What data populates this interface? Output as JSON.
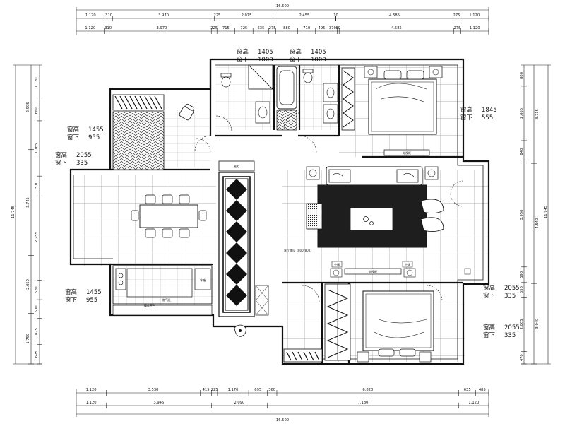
{
  "plan": {
    "total_width": "16.500",
    "top_dims_row1": [
      "1.120",
      "310",
      "3.970",
      "225",
      "2.075",
      "2.455",
      "10",
      "4.585",
      "275",
      "1.120"
    ],
    "top_dims_row2": [
      "1.120",
      "310",
      "3.970",
      "225",
      "715",
      "725",
      "635",
      "275",
      "880",
      "710",
      "495",
      "370",
      "80",
      "4.585",
      "275",
      "1.120"
    ],
    "bottom_dims_row1": [
      "1.120",
      "3.530",
      "415",
      "225",
      "1.170",
      "695",
      "360",
      "6.820",
      "635",
      "485"
    ],
    "bottom_dims_row2": [
      "1.120",
      "3.945",
      "2.090",
      "7.180",
      "1.120"
    ],
    "left_dims_outer": [
      "11.745"
    ],
    "left_dims_mid": [
      "2.995",
      "3.745",
      "2.050",
      "1.790"
    ],
    "left_dims_inner": [
      "1.120",
      "660",
      "1.765",
      "570",
      "2.755",
      "620",
      "600",
      "825",
      "625"
    ],
    "right_dims_outer": [
      "11.745"
    ],
    "right_dims_mid": [
      "3.715",
      "4.540",
      "3.040"
    ],
    "right_dims_inner": [
      "800",
      "2.065",
      "840",
      "3.950",
      "590",
      "550",
      "2.065",
      "470"
    ],
    "window_notes": [
      {
        "h_label": "窗高",
        "h": "1405",
        "s_label": "窗下",
        "s": "1000"
      },
      {
        "h_label": "窗高",
        "h": "1405",
        "s_label": "窗下",
        "s": "1000"
      },
      {
        "h_label": "窗高",
        "h": "1455",
        "s_label": "窗下",
        "s": "955"
      },
      {
        "h_label": "窗高",
        "h": "2055",
        "s_label": "窗下",
        "s": "335"
      },
      {
        "h_label": "窗高",
        "h": "1845",
        "s_label": "窗下",
        "s": "555"
      },
      {
        "h_label": "窗高",
        "h": "1455",
        "s_label": "窗下",
        "s": "955"
      },
      {
        "h_label": "窗高",
        "h": "2055",
        "s_label": "窗下",
        "s": "335"
      },
      {
        "h_label": "窗高",
        "h": "2055",
        "s_label": "窗下",
        "s": "335"
      }
    ],
    "furniture_labels": {
      "rug": "客厅铺设（800*800）",
      "entry": "鞋柜",
      "kitchen_counter": "操作平台",
      "kitchen_stove": "燃气灶",
      "fridge": "冰箱",
      "tv_cabinet": "电视柜",
      "tv_cabinet_bed": "电视柜",
      "ac": "空调"
    }
  }
}
